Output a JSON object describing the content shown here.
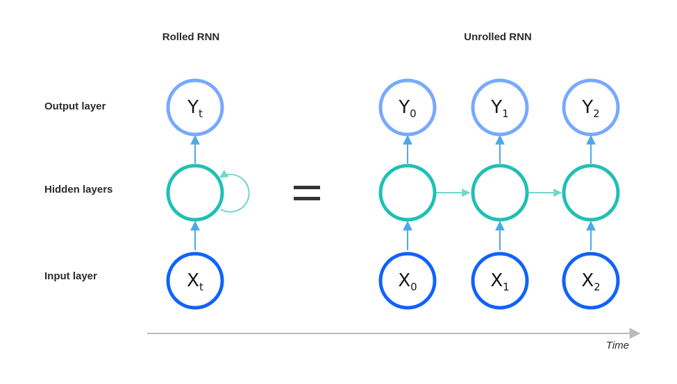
{
  "titles": {
    "rolled": "Rolled RNN",
    "unrolled": "Unrolled RNN"
  },
  "row_labels": {
    "output": "Output layer",
    "hidden": "Hidden layers",
    "input": "Input layer"
  },
  "rolled": {
    "output": {
      "letter": "Y",
      "sub": "t"
    },
    "input": {
      "letter": "X",
      "sub": "t"
    }
  },
  "unrolled": {
    "outputs": [
      {
        "letter": "Y",
        "sub": "0"
      },
      {
        "letter": "Y",
        "sub": "1"
      },
      {
        "letter": "Y",
        "sub": "2"
      }
    ],
    "inputs": [
      {
        "letter": "X",
        "sub": "0"
      },
      {
        "letter": "X",
        "sub": "1"
      },
      {
        "letter": "X",
        "sub": "2"
      }
    ]
  },
  "axis": {
    "label": "Time"
  },
  "colors": {
    "output_ring": "#78a9ff",
    "hidden_ring": "#1fc0b4",
    "input_ring": "#0f62fe",
    "arrow": "#4ba9e8",
    "recurrent_arrow": "#6fd6cc",
    "time_axis": "#b9b9b9",
    "equals": "#333333"
  }
}
